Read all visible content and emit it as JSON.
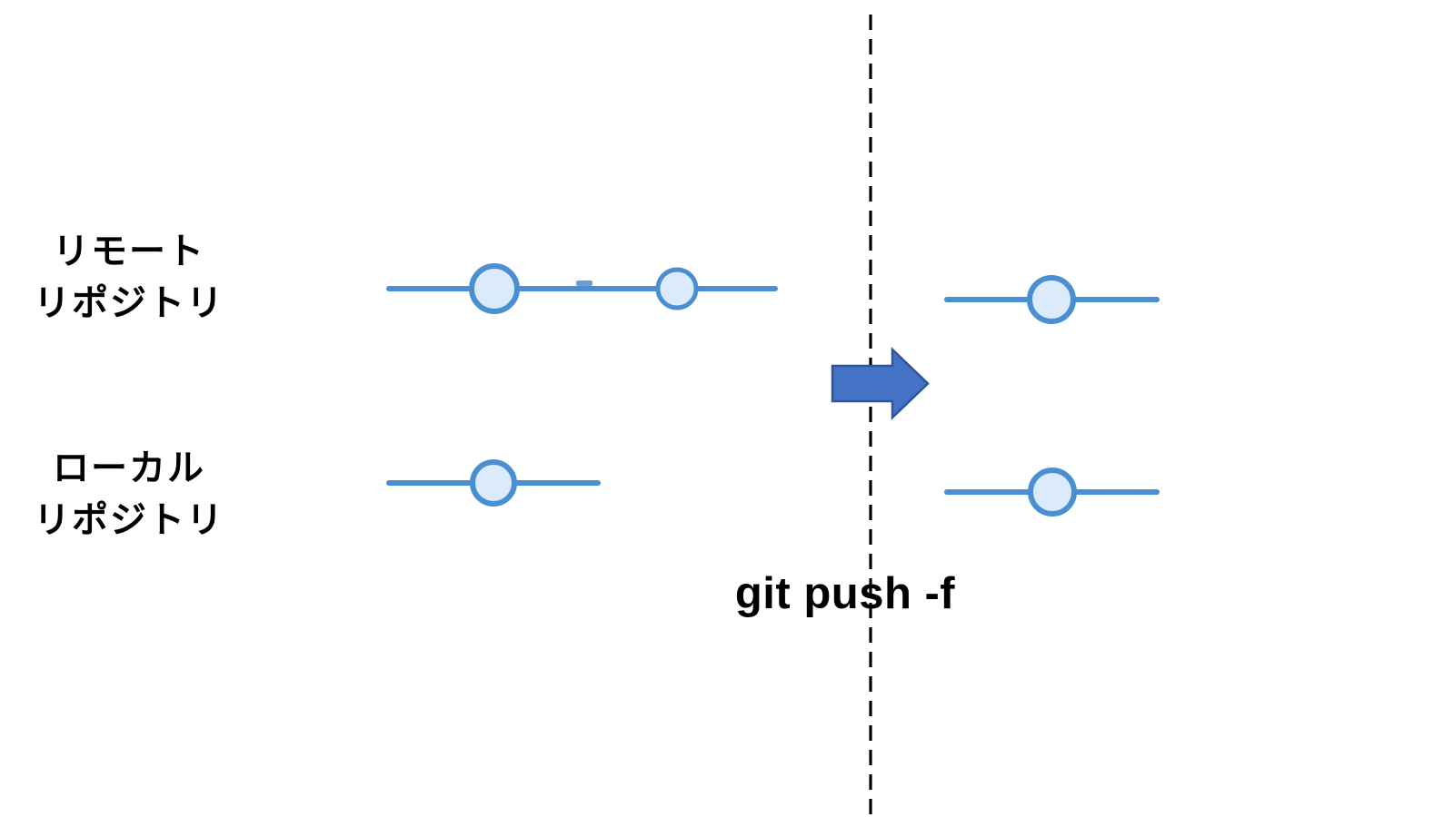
{
  "diagram": {
    "title_semantic": "git push -f before/after diagram",
    "labels": {
      "remote": {
        "line1": "リモート",
        "line2": "リポジトリ"
      },
      "local": {
        "line1": "ローカル",
        "line2": "リポジトリ"
      }
    },
    "caption": "git push -f",
    "states": {
      "before": {
        "remote_commits": 2,
        "local_commits": 1
      },
      "after": {
        "remote_commits": 1,
        "local_commits": 1
      }
    },
    "colors": {
      "line_blue": "#4a8fd1",
      "node_fill": "#dcebfb",
      "node_border": "#4a8fd1",
      "arrow_fill": "#4472c4",
      "arrow_border": "#2f5597",
      "divider": "#000000",
      "text": "#000000",
      "background": "#ffffff"
    }
  }
}
